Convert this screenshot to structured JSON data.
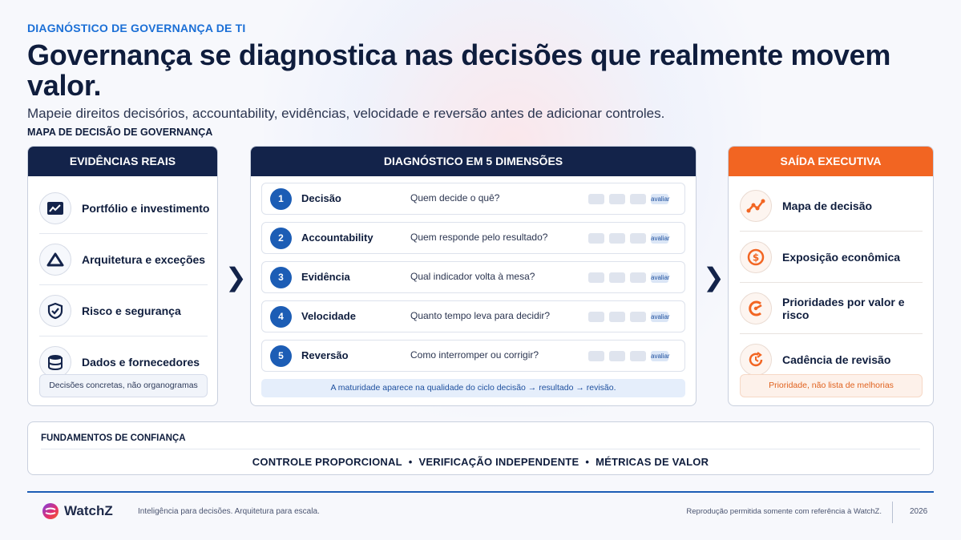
{
  "kicker": "DIAGNÓSTICO DE GOVERNANÇA DE TI",
  "title": "Governança se diagnostica nas decisões que realmente movem valor.",
  "subtitle": "Mapeie direitos decisórios, accountability, evidências, velocidade e reversão antes de adicionar controles.",
  "map_label": "MAPA DE DECISÃO DE GOVERNANÇA",
  "left_panel": {
    "header": "EVIDÊNCIAS REAIS",
    "items": [
      {
        "label": "Portfólio e investimento",
        "icon": "portfolio-chart-icon"
      },
      {
        "label": "Arquitetura e exceções",
        "icon": "architecture-triangle-icon"
      },
      {
        "label": "Risco e segurança",
        "icon": "shield-check-icon"
      },
      {
        "label": "Dados e fornecedores",
        "icon": "database-icon"
      }
    ],
    "note": "Decisões concretas, não organogramas"
  },
  "center_panel": {
    "header": "DIAGNÓSTICO EM 5 DIMENSÕES",
    "rows": [
      {
        "num": "1",
        "name": "Decisão",
        "question": "Quem decide o quê?",
        "eval": "avaliar"
      },
      {
        "num": "2",
        "name": "Accountability",
        "question": "Quem responde pelo resultado?",
        "eval": "avaliar"
      },
      {
        "num": "3",
        "name": "Evidência",
        "question": "Qual indicador volta à mesa?",
        "eval": "avaliar"
      },
      {
        "num": "4",
        "name": "Velocidade",
        "question": "Quanto tempo leva para decidir?",
        "eval": "avaliar"
      },
      {
        "num": "5",
        "name": "Reversão",
        "question": "Como interromper ou corrigir?",
        "eval": "avaliar"
      }
    ],
    "note": "A maturidade aparece na qualidade do ciclo decisão → resultado → revisão."
  },
  "right_panel": {
    "header": "SAÍDA EXECUTIVA",
    "items": [
      {
        "label": "Mapa de decisão",
        "icon": "decision-map-icon"
      },
      {
        "label": "Exposição econômica",
        "icon": "dollar-coin-icon"
      },
      {
        "label": "Prioridades por valor e risco",
        "icon": "priority-gauge-icon"
      },
      {
        "label": "Cadência de revisão",
        "icon": "review-cycle-icon"
      }
    ],
    "note": "Prioridade, não lista de melhorias"
  },
  "arrow_glyph": "❯",
  "foundations": {
    "title": "FUNDAMENTOS DE CONFIANÇA",
    "items": [
      "CONTROLE PROPORCIONAL",
      "VERIFICAÇÃO INDEPENDENTE",
      "MÉTRICAS DE VALOR"
    ],
    "separator": "•"
  },
  "footer": {
    "brand": "WatchZ",
    "tagline": "Inteligência para decisões. Arquitetura para escala.",
    "reproduction": "Reprodução permitida somente com referência à WatchZ.",
    "year": "2026"
  },
  "colors": {
    "navy": "#13234a",
    "accent_blue": "#1b6fd6",
    "number_blue": "#1c5db5",
    "orange": "#f26522"
  }
}
